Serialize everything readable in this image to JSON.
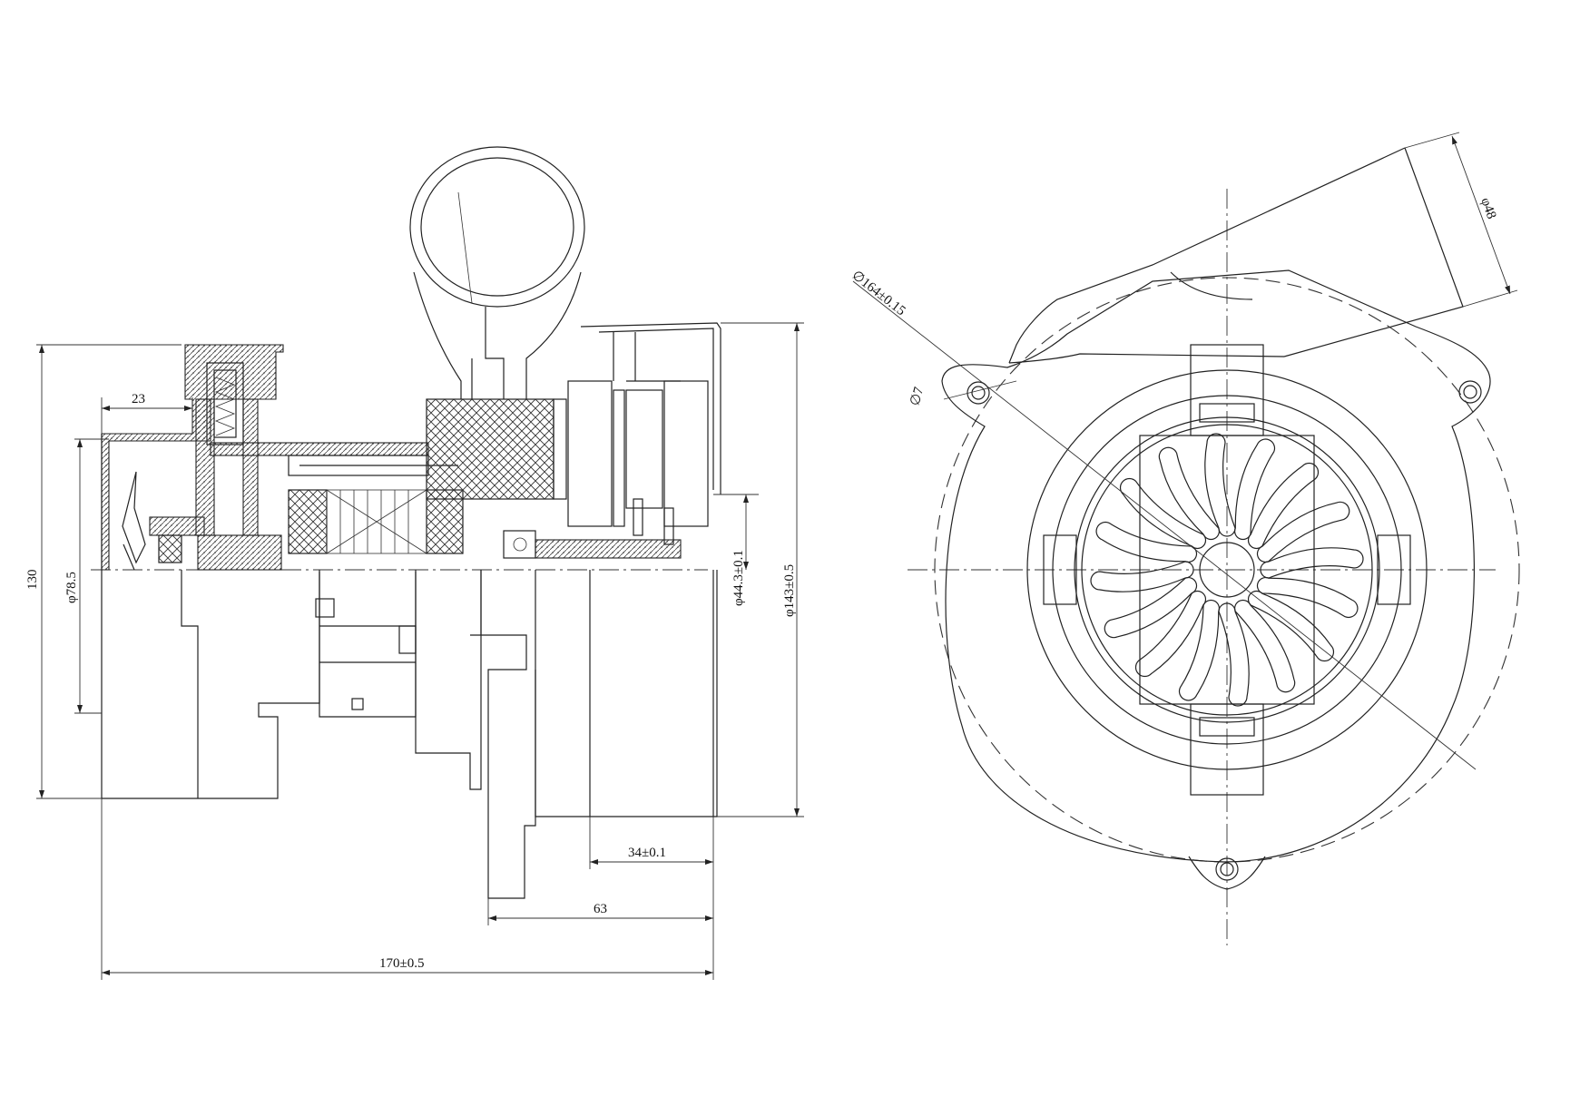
{
  "dimensions": {
    "overall_length": "170±0.5",
    "height": "130",
    "inlet_offset": "23",
    "inlet_diameter": "φ78.5",
    "shaft_boss_diameter": "φ44.3±0.1",
    "motor_diameter": "φ143±0.5",
    "motor_length": "63",
    "bearing_length": "34±0.1",
    "housing_diameter": "∅164±0.15",
    "mount_hole": "∅7",
    "outlet_diameter": "φ48"
  }
}
